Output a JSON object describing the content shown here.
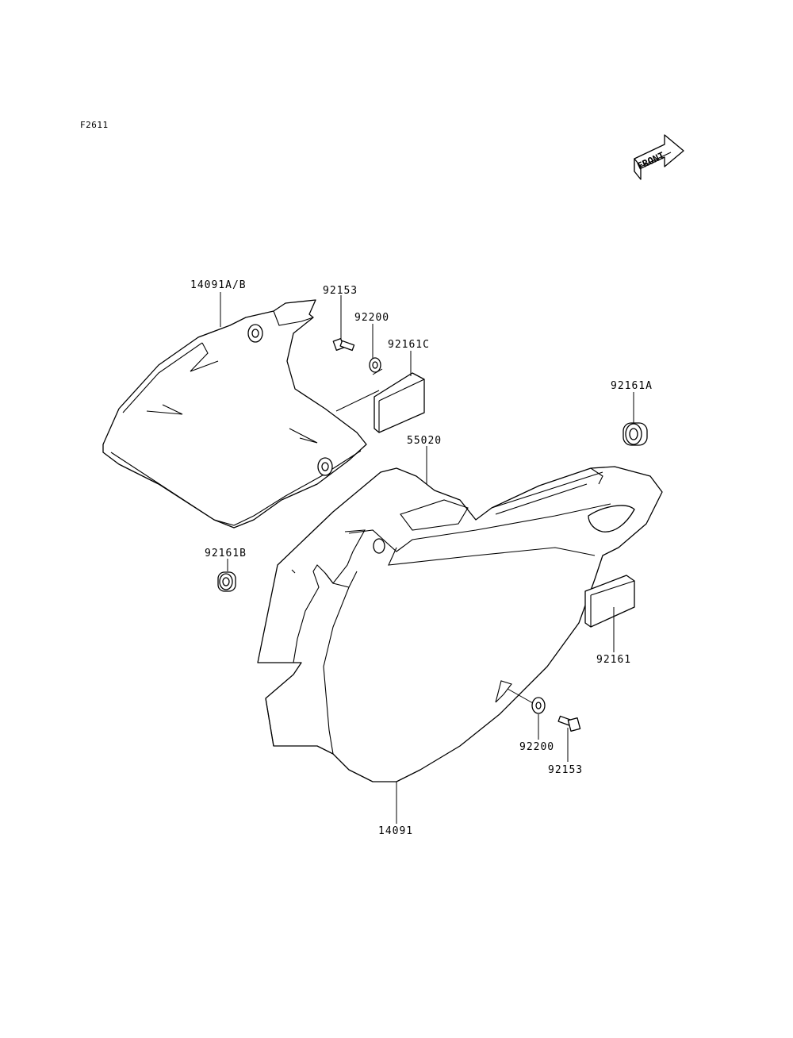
{
  "figure_id": "F2611",
  "front_arrow_text": "FRONT",
  "callouts": [
    {
      "id": "upper-side-cover",
      "text": "14091A/B"
    },
    {
      "id": "upper-bolt",
      "text": "92153"
    },
    {
      "id": "upper-washer",
      "text": "92200"
    },
    {
      "id": "upper-pad",
      "text": "92161C"
    },
    {
      "id": "grommet-a",
      "text": "92161A"
    },
    {
      "id": "grommet-b",
      "text": "92161B"
    },
    {
      "id": "emblem-pad",
      "text": "55020"
    },
    {
      "id": "lower-pad",
      "text": "92161"
    },
    {
      "id": "lower-washer",
      "text": "92200"
    },
    {
      "id": "lower-bolt",
      "text": "92153"
    },
    {
      "id": "lower-side-cover",
      "text": "14091"
    }
  ]
}
